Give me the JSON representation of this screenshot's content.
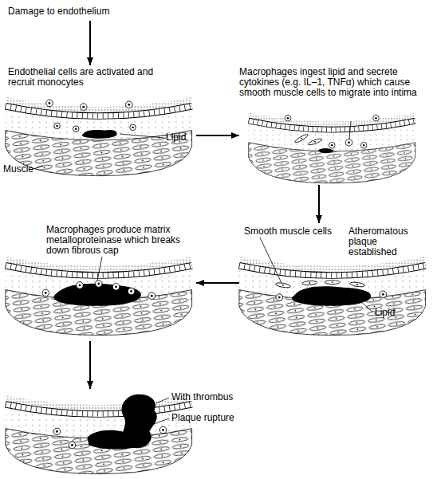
{
  "diagram": {
    "nodes": [
      {
        "text": [
          "Damage to endothelium"
        ]
      },
      {
        "text": [
          "Endothelial cells are activated and recruit monocytes"
        ]
      },
      {
        "text": [
          "Macrophages ingest lipid and secrete cytokines (e.g. IL–1, TNFα) which cause smooth muscle cells to migrate into intima"
        ]
      },
      {
        "text": [
          "Atheromatous plaque established"
        ]
      },
      {
        "text": [
          "Macrophages produce matrix metalloproteinase which breaks down fibrous cap"
        ]
      },
      {
        "text": [
          "With thrombus",
          "Plaque rupture"
        ]
      }
    ],
    "edges": [
      {
        "from": 0,
        "to": 1,
        "arrow": "to"
      },
      {
        "from": 1,
        "to": 2,
        "arrow": "to"
      },
      {
        "from": 2,
        "to": 3,
        "arrow": "to"
      },
      {
        "from": 3,
        "to": 4,
        "arrow": "to"
      },
      {
        "from": 4,
        "to": 5,
        "arrow": "to"
      }
    ],
    "labels": [
      "Muscle",
      "Lipid",
      "Smooth muscle cells",
      "Lipid"
    ]
  }
}
